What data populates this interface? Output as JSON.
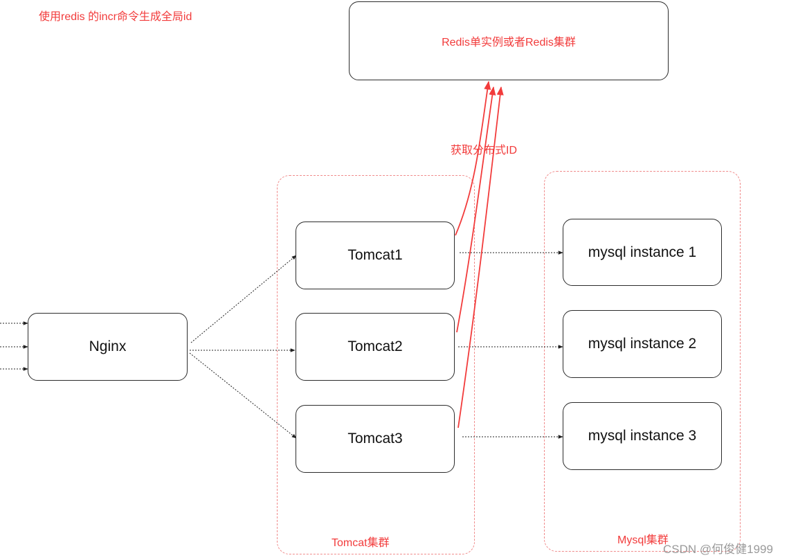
{
  "title": "使用redis 的incr命令生成全局id",
  "redis_label": "Redis单实例或者Redis集群",
  "edge_label": "获取分布式ID",
  "nginx_label": "Nginx",
  "tomcats": [
    "Tomcat1",
    "Tomcat2",
    "Tomcat3"
  ],
  "mysqls": [
    "mysql instance 1",
    "mysql instance 2",
    "mysql instance 3"
  ],
  "tomcat_cluster_label": "Tomcat集群",
  "mysql_cluster_label": "Mysql集群",
  "watermark": "CSDN @何俊健1999",
  "colors": {
    "accent": "#f23b3b",
    "dashed_border": "#f08a8a",
    "node_border": "#2b2b2b"
  }
}
